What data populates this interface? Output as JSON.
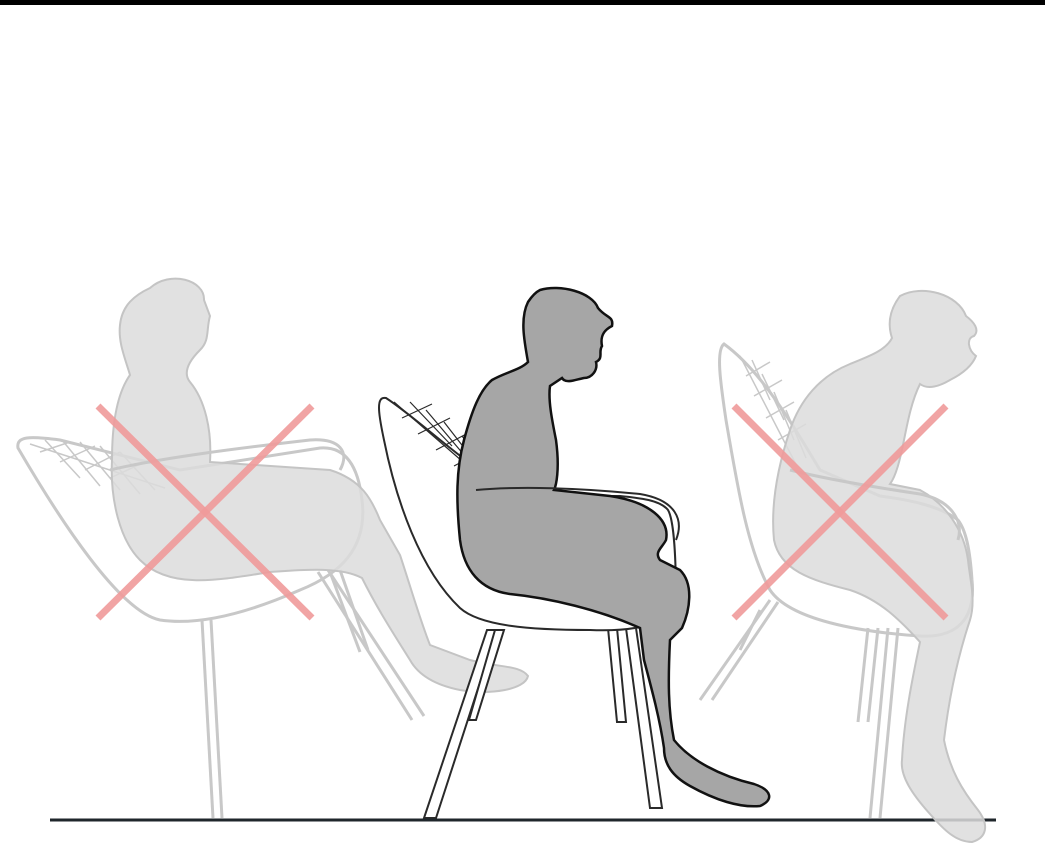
{
  "colors": {
    "top_rule": "#000000",
    "floor": "#1f262b",
    "correct_figure_fill": "#a6a6a6",
    "correct_figure_stroke": "#111111",
    "faded_figure_fill": "#dcdcdc",
    "faded_figure_stroke": "#c4c4c4",
    "chair_stroke": "#2a2a2a",
    "faded_chair_stroke": "#c8c8c8",
    "wrong_mark": "#ef9a9a"
  },
  "postures": [
    {
      "id": "reclined",
      "status": "incorrect",
      "marker": "cross-mark"
    },
    {
      "id": "upright",
      "status": "correct",
      "marker": "none"
    },
    {
      "id": "leaning-forward",
      "status": "incorrect",
      "marker": "cross-mark"
    }
  ]
}
